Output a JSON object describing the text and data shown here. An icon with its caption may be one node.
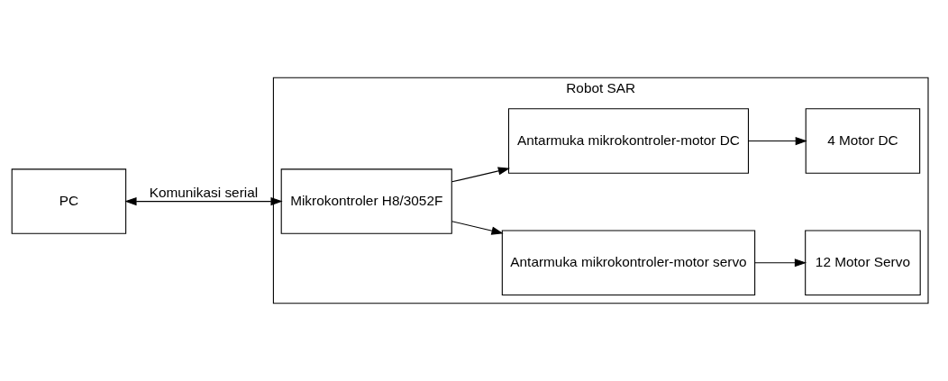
{
  "diagram": {
    "nodes": [
      {
        "text": [
          "PC"
        ]
      },
      {
        "text": [
          "Robot SAR"
        ]
      },
      {
        "text": [
          "Mikrokontroler H8/3052F"
        ],
        "in": 1
      },
      {
        "text": [
          "Antarmuka mikrokontroler-motor servo"
        ],
        "in": 1
      },
      {
        "text": [
          "12 Motor Servo"
        ],
        "in": 1
      },
      {
        "text": [
          "Antarmuka mikrokontroler-motor DC"
        ],
        "in": 1
      },
      {
        "text": [
          "4 Motor DC"
        ],
        "in": 1
      }
    ],
    "edges": [
      {
        "from": 0,
        "to": 2,
        "arrow": "both",
        "label": "Komunikasi serial"
      },
      {
        "from": 2,
        "to": 3,
        "arrow": "to"
      },
      {
        "from": 2,
        "to": 5,
        "arrow": "to"
      },
      {
        "from": 3,
        "to": 4,
        "arrow": "to"
      },
      {
        "from": 5,
        "to": 6,
        "arrow": "to"
      }
    ]
  }
}
